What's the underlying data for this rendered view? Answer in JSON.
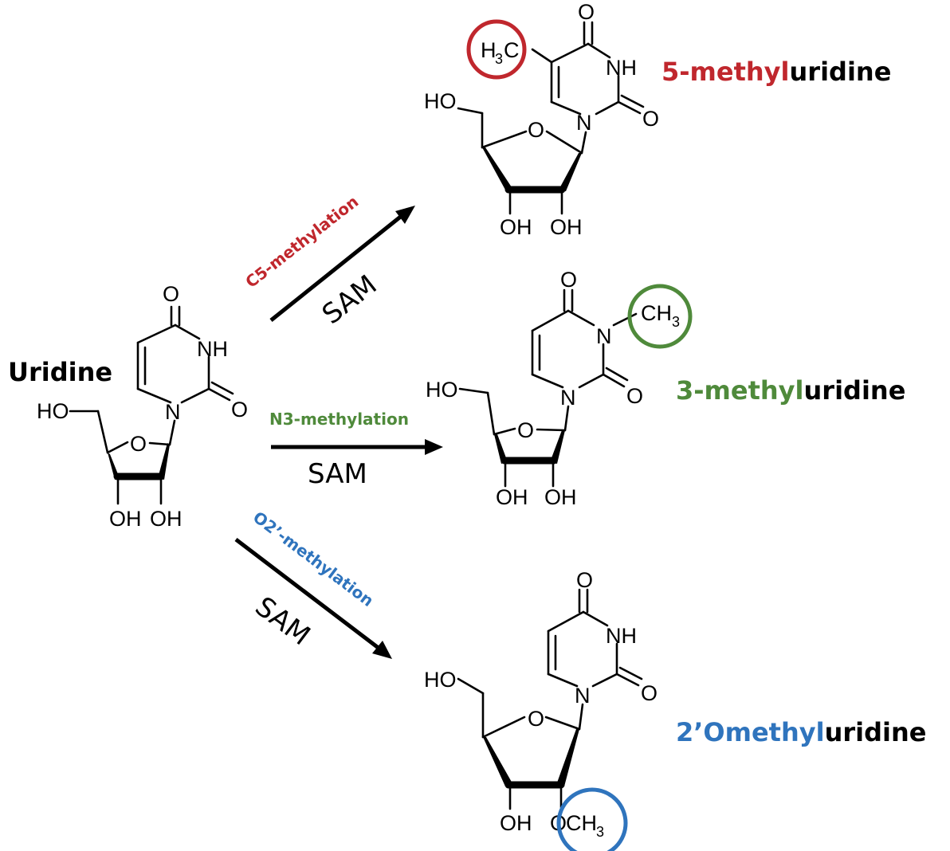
{
  "colors": {
    "c5": "#c0272d",
    "n3": "#4f8a3b",
    "o2": "#2f74bd",
    "ink": "#000000"
  },
  "uridine": {
    "name": "Uridine"
  },
  "reactions": [
    {
      "id": "c5",
      "label": "C5-methylation",
      "reagent": "SAM"
    },
    {
      "id": "n3",
      "label": "N3-methylation",
      "reagent": "SAM"
    },
    {
      "id": "o2",
      "label": "O2’-methylation",
      "reagent": "SAM"
    }
  ],
  "products": [
    {
      "id": "m5u",
      "name_colored": "5-methyl",
      "name_rest": "uridine",
      "color_key": "c5"
    },
    {
      "id": "m3u",
      "name_colored": "3-methyl",
      "name_rest": "uridine",
      "color_key": "n3"
    },
    {
      "id": "um",
      "name_colored": "2’Omethyl",
      "name_rest": "uridine",
      "color_key": "o2"
    }
  ],
  "atoms": {
    "O": "O",
    "NH": "NH",
    "N": "N",
    "HO": "HO",
    "OH": "OH",
    "H": "H",
    "C": "C",
    "CH": "CH",
    "O_letter": "O",
    "sub3": "3"
  }
}
